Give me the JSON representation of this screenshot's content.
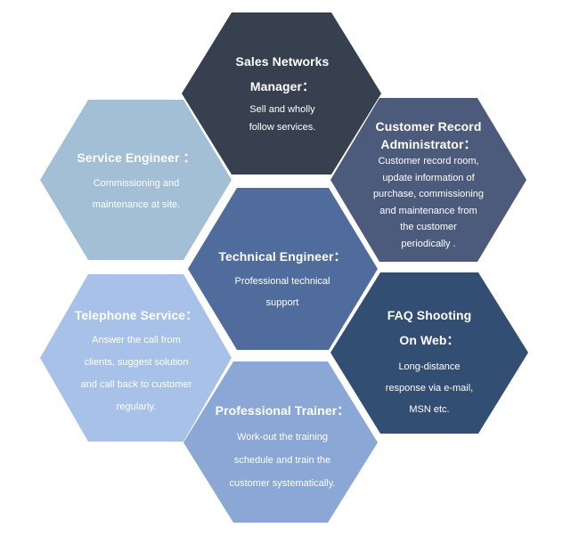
{
  "colors": {
    "sales": "#36404f",
    "customer_record": "#4c5a7c",
    "service": "#a2bfd6",
    "technical": "#4f6c9c",
    "telephone": "#a7c1e8",
    "faq": "#334e73",
    "trainer": "#8aa7d6",
    "text": "#ffffff"
  },
  "hexagons": {
    "sales": {
      "title": [
        "Sales Networks",
        "Manager："
      ],
      "body": [
        "Sell and wholly",
        "follow services."
      ]
    },
    "customer_record": {
      "title": [
        "Customer Record",
        "Administrator："
      ],
      "body": [
        "Customer record room,",
        "update information of",
        "purchase, commissioning",
        "and maintenance from",
        "the customer",
        "periodically ."
      ]
    },
    "service": {
      "title": [
        "Service Engineer ："
      ],
      "body": [
        "Commissioning and",
        "maintenance at site."
      ]
    },
    "technical": {
      "title": [
        "Technical Engineer："
      ],
      "body": [
        "Professional technical",
        "support"
      ]
    },
    "telephone": {
      "title": [
        "Telephone Service："
      ],
      "body": [
        "Answer the call from",
        "clients, suggest solution",
        "and call back to customer",
        "regularly."
      ]
    },
    "faq": {
      "title": [
        "FAQ Shooting",
        "On Web："
      ],
      "body": [
        "Long-distance",
        "response via e-mail,",
        "MSN etc."
      ]
    },
    "trainer": {
      "title": [
        "Professional Trainer："
      ],
      "body": [
        "Work-out the training",
        "schedule and train the",
        "customer systematically."
      ]
    }
  }
}
